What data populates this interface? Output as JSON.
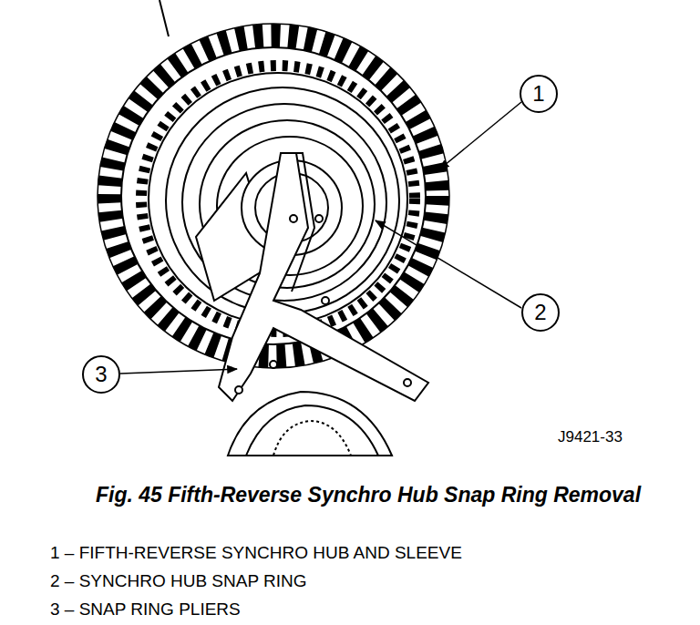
{
  "diagram": {
    "caption": "Fig. 45 Fifth-Reverse Synchro Hub Snap Ring Removal",
    "nodes": [
      {
        "text": [
          "1"
        ]
      },
      {
        "text": [
          "2"
        ]
      },
      {
        "text": [
          "3"
        ]
      }
    ],
    "labels": [
      "J9421-33",
      "1 – FIFTH-REVERSE SYNCHRO HUB AND SLEEVE",
      "2 – SYNCHRO HUB SNAP RING",
      "3 – SNAP RING PLIERS"
    ]
  }
}
